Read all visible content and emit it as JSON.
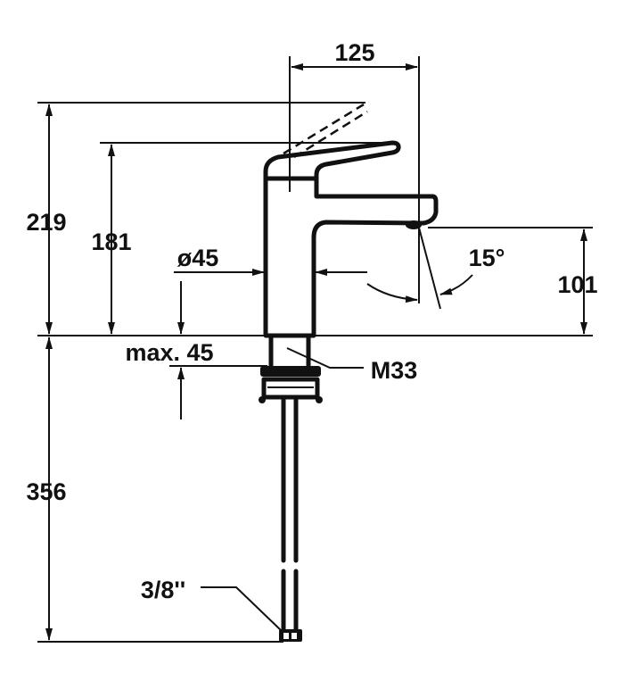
{
  "title": "Basin mixer dimension drawing",
  "dimensions": {
    "total_height": "219",
    "lever_height": "181",
    "spout_reach": "125",
    "body_diameter": "ø45",
    "spout_height": "101",
    "spout_angle": "15°",
    "max_deck_thickness": "max. 45",
    "thread": "M33",
    "connection": "3/8''",
    "below_deck_length": "356"
  },
  "colors": {
    "line": "#111111",
    "background": "#ffffff"
  }
}
